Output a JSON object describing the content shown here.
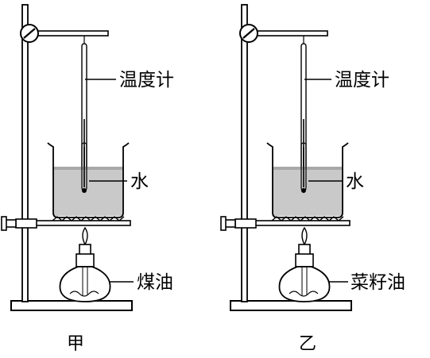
{
  "setups": [
    {
      "caption": "甲",
      "labels": {
        "thermometer": "温度计",
        "liquid": "水",
        "fuel": "煤油"
      }
    },
    {
      "caption": "乙",
      "labels": {
        "thermometer": "温度计",
        "liquid": "水",
        "fuel": "菜籽油"
      }
    }
  ],
  "colors": {
    "line": "#000000",
    "liquid": "#c9c9c9",
    "liquid_dark": "#a8a8a8",
    "background": "#ffffff"
  },
  "icons": [
    "stand-icon",
    "clamp-knob-icon",
    "thermometer-icon",
    "beaker-icon",
    "wire-gauze-icon",
    "burner-icon"
  ]
}
